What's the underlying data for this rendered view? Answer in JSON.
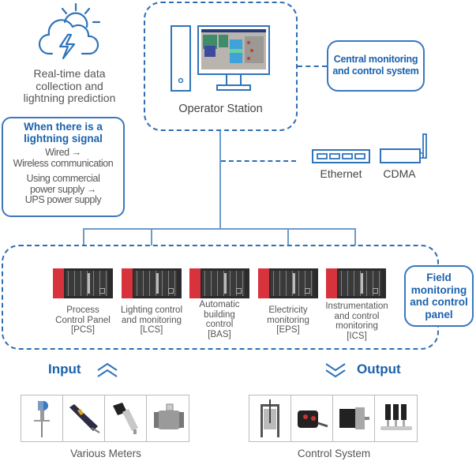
{
  "weather": {
    "icon": "cloud-lightning-sun-icon",
    "lines": [
      "Real-time data",
      "collection and",
      "lightning prediction"
    ]
  },
  "signal_box": {
    "title_lines": [
      "When there is a",
      "lightning signal"
    ],
    "wired_lines": [
      "Wired →",
      "Wireless communication"
    ],
    "power_lines": [
      "Using commercial",
      "power supply →",
      "UPS power supply"
    ]
  },
  "operator": {
    "label": "Operator Station",
    "icon": "computer-workstation-icon"
  },
  "central": {
    "lines": [
      "Central monitoring",
      "and control system"
    ]
  },
  "network": {
    "ethernet_label": "Ethernet",
    "cdma_label": "CDMA"
  },
  "field": {
    "lines": [
      "Field",
      "monitoring",
      "and control",
      "panel"
    ],
    "panels": [
      {
        "lines": [
          "Process",
          "Control Panel",
          "[PCS]"
        ]
      },
      {
        "lines": [
          "Lighting control",
          "and monitoring",
          "[LCS]"
        ]
      },
      {
        "lines": [
          "Automatic",
          "building",
          "control",
          "[BAS]"
        ]
      },
      {
        "lines": [
          "Electricity",
          "monitoring",
          "[EPS]"
        ]
      },
      {
        "lines": [
          "Instrumentation",
          "and control",
          "monitoring",
          "[ICS]"
        ]
      }
    ]
  },
  "io": {
    "input_label": "Input",
    "output_label": "Output",
    "input_caption": "Various Meters",
    "output_caption": "Control System",
    "input_items": [
      "radar-level-meter",
      "submersible-sensor",
      "pressure-transmitter",
      "flow-meter"
    ],
    "output_items": [
      "sluice-gate",
      "valve-actuator",
      "servo-motor",
      "booster-pump-set"
    ]
  },
  "colors": {
    "accent": "#1a62ad",
    "dashed_border": "#2e6eb5",
    "connector": "#6b9cc7",
    "panel_red": "#d8333d"
  }
}
